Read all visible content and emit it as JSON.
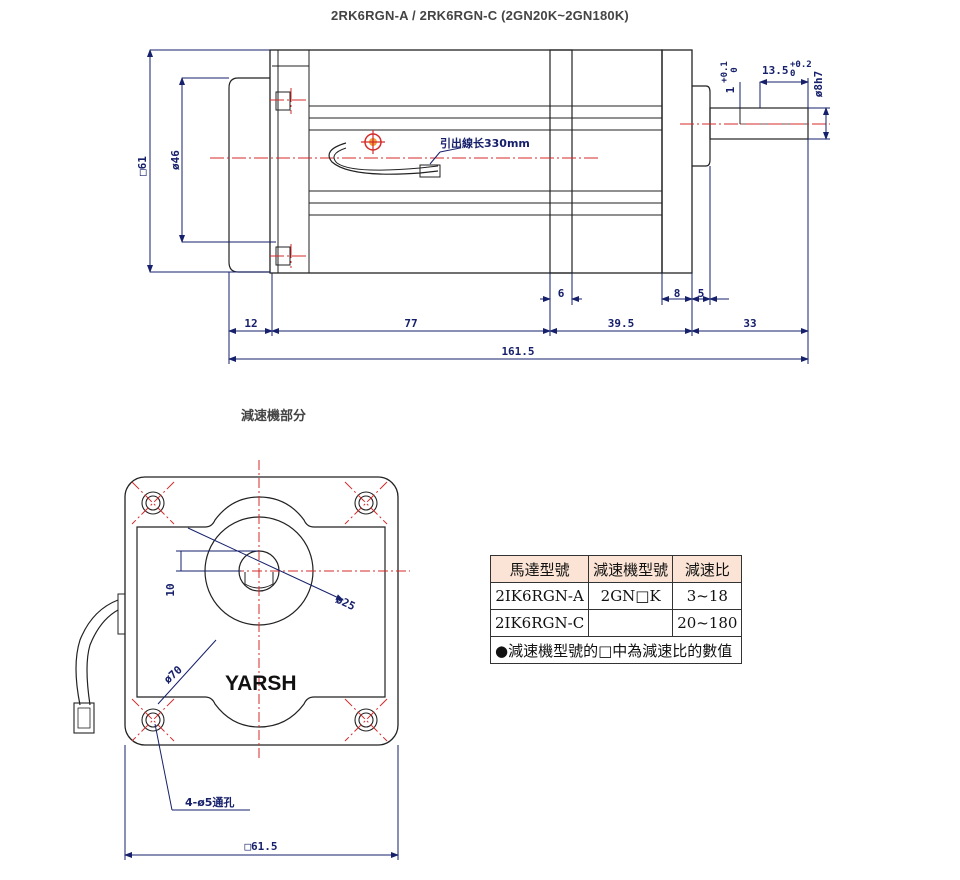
{
  "title": "2RK6RGN-A   /   2RK6RGN-C   (2GN20K~2GN180K)",
  "section_label": "減速機部分",
  "side_view": {
    "square_label": "□61",
    "diameter_label": "ø46",
    "lead_note": "引出線长330mm",
    "shaft_tolerance_label": "1",
    "shaft_tolerance_sup": "+0.1",
    "shaft_tolerance_sub": "0",
    "key_length_label": "13.5",
    "key_length_sup": "+0.2",
    "key_length_sub": "0",
    "shaft_diameter_label": "ø8h7",
    "dims": {
      "d6": "6",
      "d8": "8",
      "d5": "5",
      "d12": "12",
      "d77": "77",
      "d39_5": "39.5",
      "d33": "33",
      "total": "161.5"
    }
  },
  "front_view": {
    "offset_label": "10",
    "hub_diameter_label": "ø25",
    "pcd_label": "ø70",
    "brand": "YARSH",
    "holes_label": "4-ø5通孔",
    "square_label": "□61.5"
  },
  "spec_table": {
    "headers": [
      "馬達型號",
      "減速機型號",
      "減速比"
    ],
    "rows": [
      [
        "2IK6RGN-A",
        "2GN□K",
        "3~18"
      ],
      [
        "2IK6RGN-C",
        "",
        "20~180"
      ]
    ],
    "note": "●減速機型號的□中為減速比的數值"
  }
}
